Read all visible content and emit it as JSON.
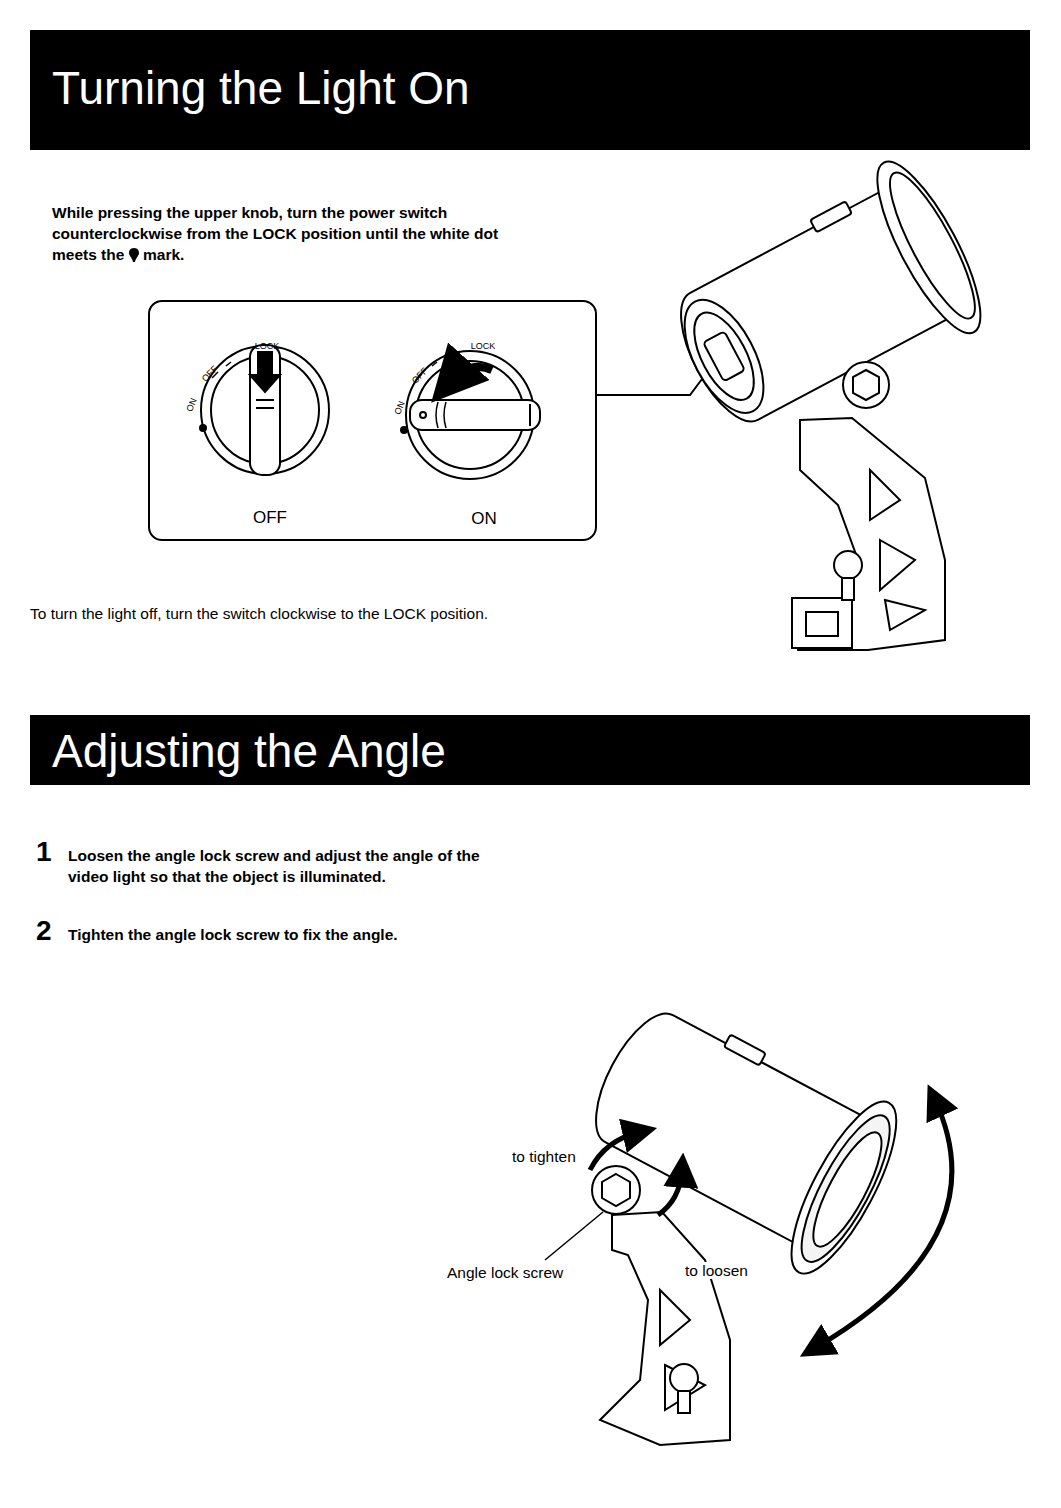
{
  "diagram": {
    "nodes": [
      {
        "text": [
          "Turning the Light On"
        ]
      },
      {
        "text": [
          "LOCK",
          "OFF",
          "ON",
          "OFF",
          "LOCK",
          "OFF",
          "ON",
          "ON"
        ]
      },
      {
        "text": [
          "Adjusting the Angle"
        ]
      }
    ],
    "edges": [],
    "labels": [
      "While pressing the upper knob, turn the power switch counterclockwise from the LOCK position until the white dot meets the",
      "mark.",
      "To turn the light off, turn the switch clockwise to the LOCK position.",
      "1",
      "Loosen the angle lock screw and adjust the angle of the video light so that the object is illuminated.",
      "2",
      "Tighten the angle lock screw to fix the angle.",
      "to tighten",
      "Angle lock screw",
      "to loosen"
    ]
  }
}
